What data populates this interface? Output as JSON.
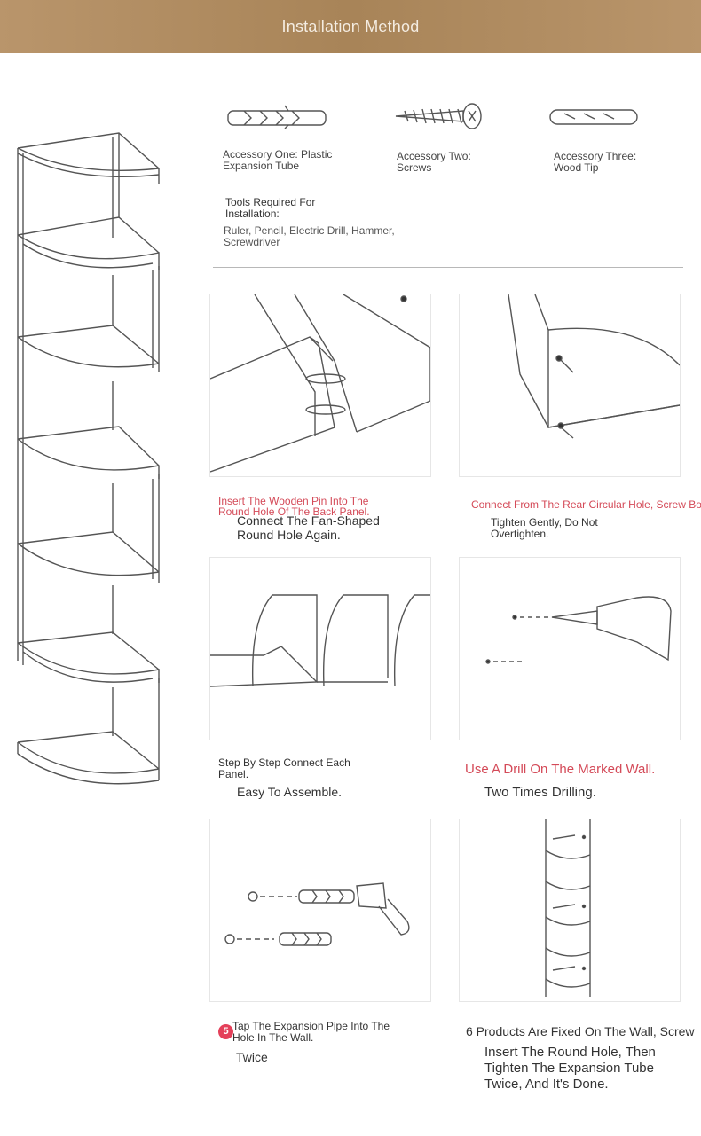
{
  "header": {
    "title": "Installation Method"
  },
  "accessories": [
    {
      "label": "Accessory One: Plastic Expansion Tube"
    },
    {
      "label": "Accessory Two: Screws"
    },
    {
      "label": "Accessory Three: Wood Tip"
    }
  ],
  "tools": {
    "title": "Tools Required For Installation:",
    "list": "Ruler, Pencil, Electric Drill, Hammer, Screwdriver"
  },
  "steps": [
    {
      "caption_red": "Insert The Wooden Pin Into The Round Hole Of The Back Panel.",
      "caption_dark": "Connect The Fan-Shaped Round Hole Again."
    },
    {
      "caption_red": "Connect From The Rear Circular Hole, Screw Bolt",
      "caption_dark": "Tighten Gently, Do Not Overtighten."
    },
    {
      "caption_dark_top": "Step By Step Connect Each Panel.",
      "caption_dark": "Easy To Assemble."
    },
    {
      "caption_red": "Use A Drill On The Marked Wall.",
      "caption_dark": "Two Times Drilling."
    },
    {
      "badge": "5",
      "caption_dark_top": "Tap The Expansion Pipe Into The Hole In The Wall.",
      "caption_dark": "Twice"
    },
    {
      "caption_dark_top": "6 Products Are Fixed On The Wall, Screw",
      "caption_dark": "Insert The Round Hole, Then Tighten The Expansion Tube Twice, And It's Done."
    }
  ],
  "icons": {
    "tube": "expansion-tube-icon",
    "screw": "screw-icon",
    "wood_tip": "wood-tip-icon",
    "drill": "drill-icon",
    "hammer": "hammer-icon"
  },
  "colors": {
    "banner": "#a88458",
    "accent_red": "#d44a58",
    "badge": "#e4405a"
  }
}
